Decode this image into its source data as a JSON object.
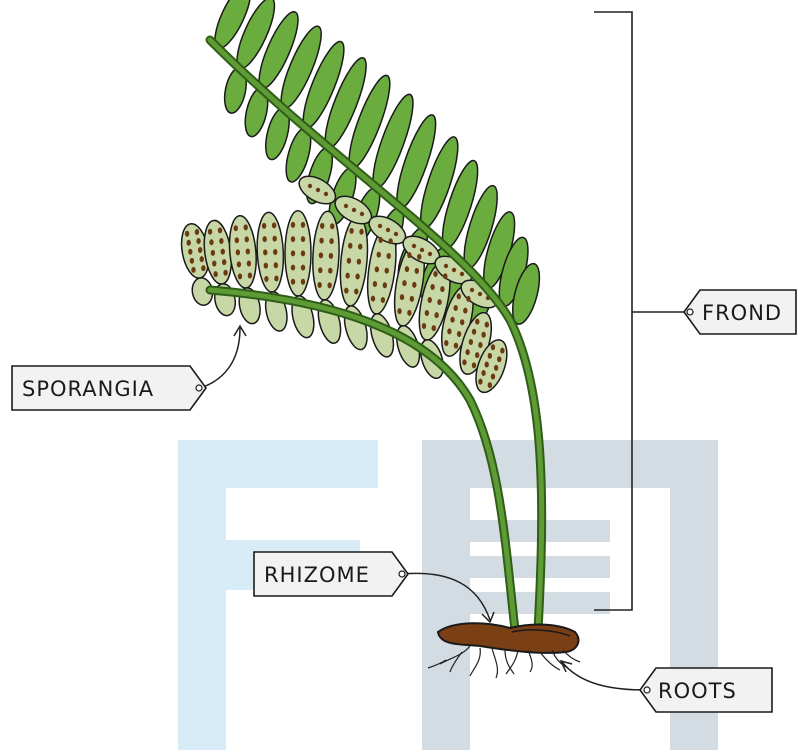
{
  "labels": {
    "frond": "FROND",
    "sporangia": "SPORANGIA",
    "rhizome": "RHIZOME",
    "roots": "ROOTS"
  },
  "colors": {
    "green_frond": "#6aac3d",
    "green_dark": "#3f7a23",
    "fertile_pinna": "#c7d8a6",
    "sporangia_dot": "#6b3a12",
    "rhizome": "#7a3f14",
    "watermark_blue": "#d7ecf7",
    "watermark_gray": "#d3dbe3",
    "label_fill": "#f2f2f2",
    "outline": "#1a1a1a"
  }
}
